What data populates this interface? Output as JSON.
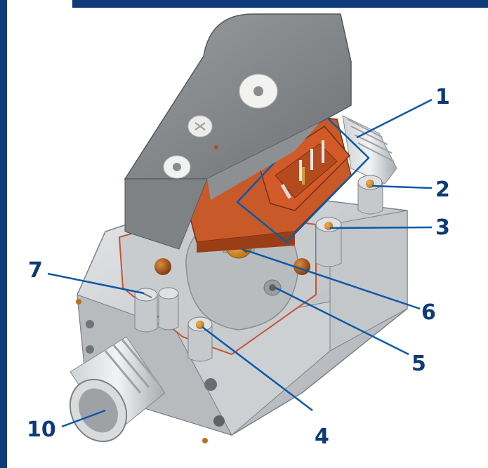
{
  "figure": {
    "frame_color": "#0d3a78",
    "leader_color": "#0a5aa8",
    "callouts": [
      {
        "id": "1",
        "label": "1"
      },
      {
        "id": "2",
        "label": "2"
      },
      {
        "id": "3",
        "label": "3"
      },
      {
        "id": "4",
        "label": "4"
      },
      {
        "id": "5",
        "label": "5"
      },
      {
        "id": "6",
        "label": "6"
      },
      {
        "id": "7",
        "label": "7"
      },
      {
        "id": "10",
        "label": "10"
      }
    ]
  }
}
